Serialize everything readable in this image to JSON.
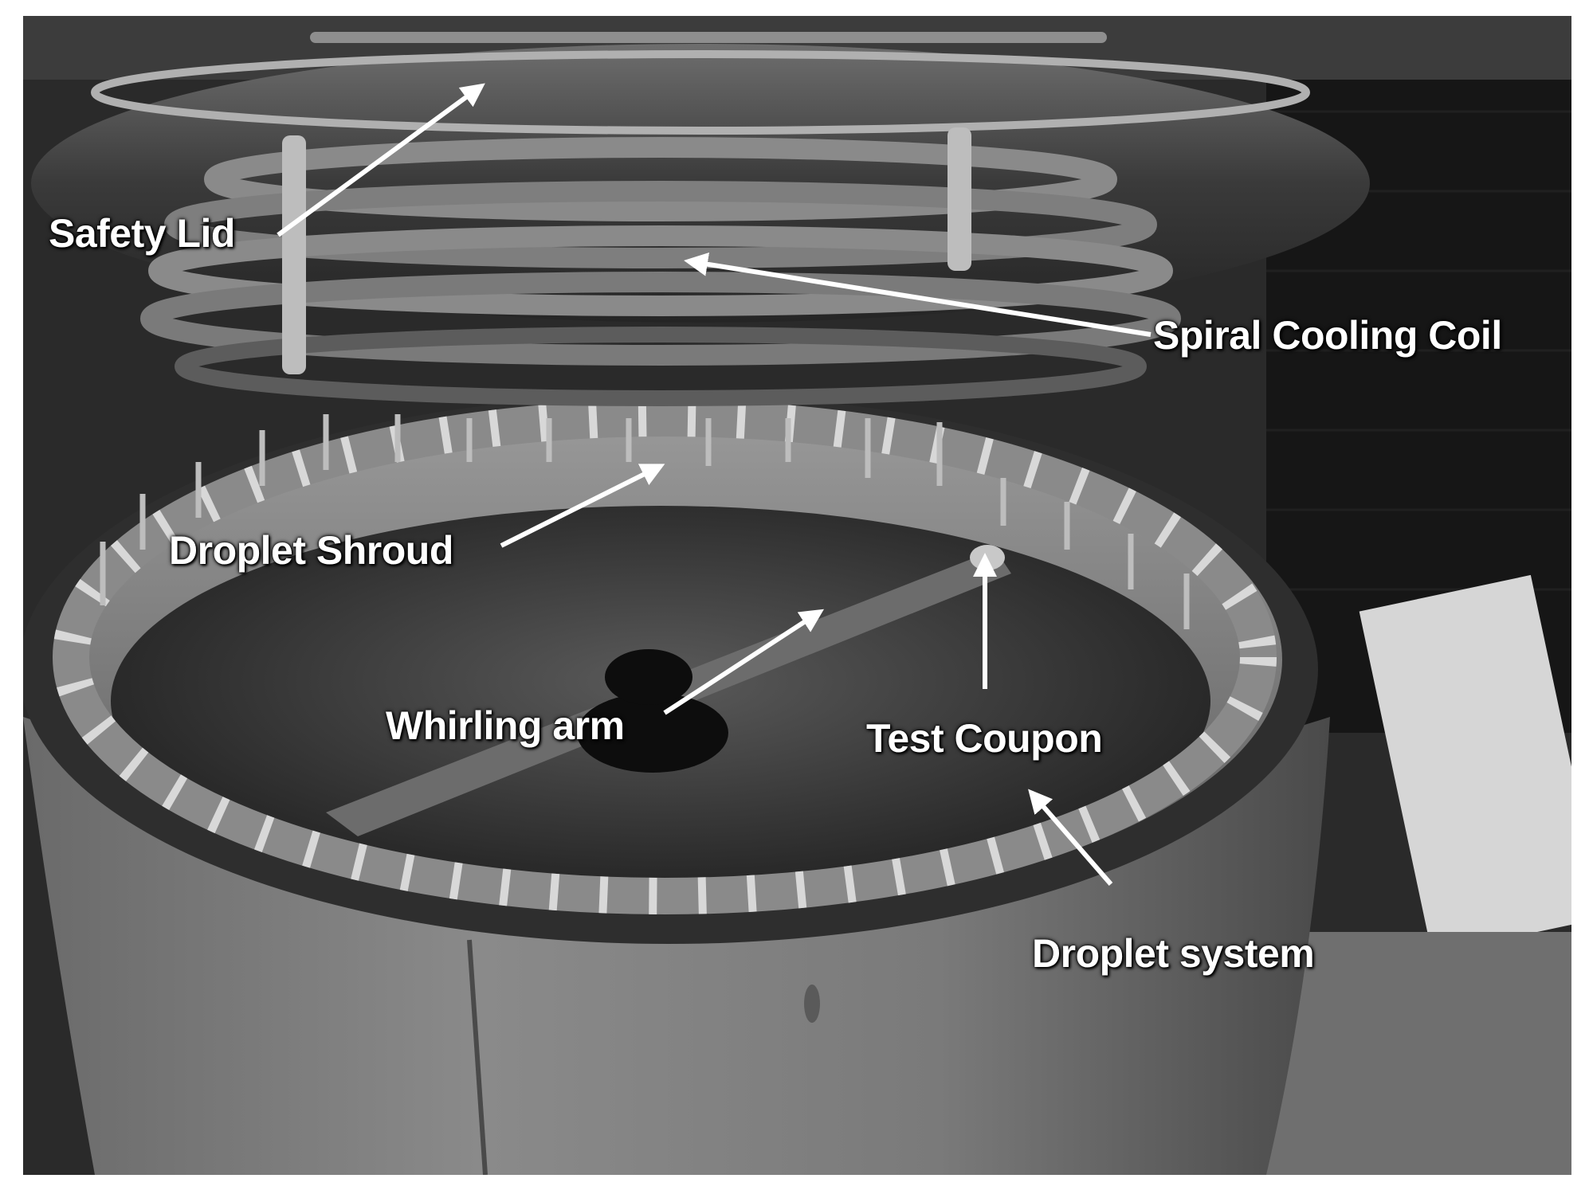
{
  "figure": {
    "labels": {
      "safety_lid": "Safety Lid",
      "spiral_cooling_coil": "Spiral Cooling Coil",
      "droplet_shroud": "Droplet Shroud",
      "whirling_arm": "Whirling arm",
      "test_coupon": "Test Coupon",
      "droplet_system": "Droplet system"
    },
    "colors": {
      "annotation": "#ffffff",
      "background": "#1e1e1e"
    }
  }
}
